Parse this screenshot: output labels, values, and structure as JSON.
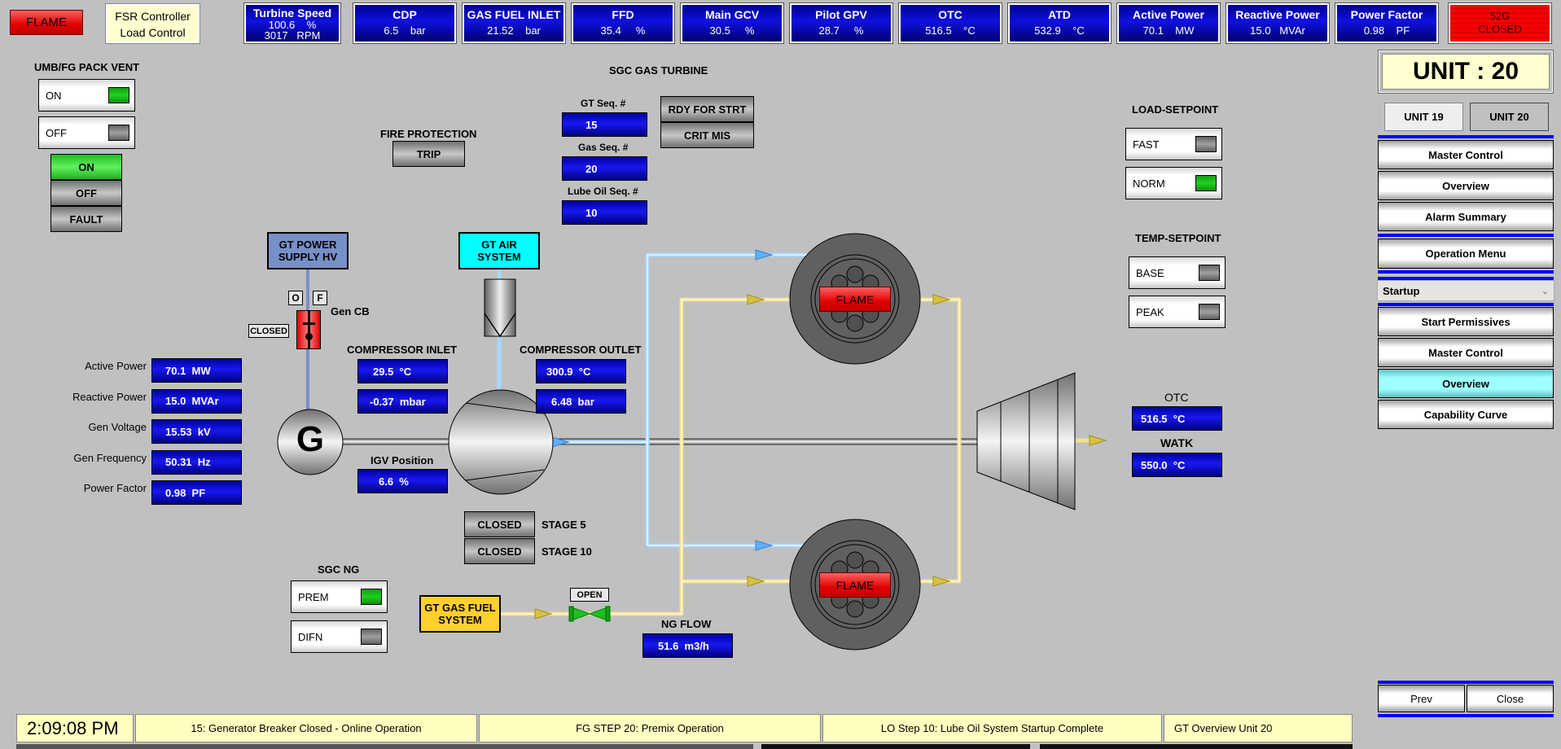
{
  "header": {
    "flame_label": "FLAME",
    "controller": {
      "line1": "FSR Controller",
      "line2": "Load Control"
    },
    "turbine_speed": {
      "title": "Turbine Speed",
      "line1": "100.6    %",
      "line2": "3017   RPM"
    },
    "tiles": [
      {
        "title": "CDP",
        "value": "6.5    bar"
      },
      {
        "title": "GAS FUEL INLET",
        "value": "21.52    bar"
      },
      {
        "title": "FFD",
        "value": "35.4     %"
      },
      {
        "title": "Main GCV",
        "value": "30.5     %"
      },
      {
        "title": "Pilot GPV",
        "value": "28.7     %"
      },
      {
        "title": "OTC",
        "value": "516.5    °C"
      },
      {
        "title": "ATD",
        "value": "532.9    °C"
      },
      {
        "title": "Active Power",
        "value": "70.1    MW"
      },
      {
        "title": "Reactive Power",
        "value": "15.0   MVAr"
      },
      {
        "title": "Power Factor",
        "value": "0.98    PF"
      }
    ],
    "breaker": {
      "line1": "52G",
      "line2": "CLOSED"
    },
    "colors": {
      "tile_blue": "#0000c0",
      "alarm_red": "#ff0000",
      "on_green": "#20c020",
      "active_cyan": "#a0ffff"
    }
  },
  "left": {
    "vent_title": "UMB/FG PACK VENT",
    "vent_on": "ON",
    "vent_off": "OFF",
    "status_on": "ON",
    "status_off": "OFF",
    "status_fault": "FAULT",
    "readings": [
      {
        "label": "Active Power",
        "value": "70.1  MW"
      },
      {
        "label": "Reactive Power",
        "value": "15.0  MVAr"
      },
      {
        "label": "Gen Voltage",
        "value": "15.53  kV"
      },
      {
        "label": "Gen Frequency",
        "value": "50.31  Hz"
      },
      {
        "label": "Power Factor",
        "value": "0.98  PF"
      }
    ]
  },
  "diagram": {
    "sgc_title": "SGC GAS TURBINE",
    "fire_protection": "FIRE PROTECTION",
    "trip": "TRIP",
    "gt_seq_label": "GT Seq. #",
    "gt_seq": "15",
    "gas_seq_label": "Gas Seq. #",
    "gas_seq": "20",
    "lube_seq_label": "Lube Oil Seq. #",
    "lube_seq": "10",
    "rdy_for_strt": "RDY FOR STRT",
    "crit_mis": "CRIT MIS",
    "power_supply": "GT POWER\nSUPPLY HV",
    "air_system": "GT AIR\nSYSTEM",
    "cb_o": "O",
    "cb_f": "F",
    "gen_cb": "Gen CB",
    "cb_state": "CLOSED",
    "generator": "G",
    "comp_inlet_title": "COMPRESSOR INLET",
    "comp_inlet_temp": "29.5  °C",
    "comp_inlet_press": "-0.37  mbar",
    "comp_outlet_title": "COMPRESSOR OUTLET",
    "comp_outlet_temp": "300.9  °C",
    "comp_outlet_press": "6.48  bar",
    "igv_title": "IGV Position",
    "igv_value": "6.6  %",
    "stage5_state": "CLOSED",
    "stage5_label": "STAGE 5",
    "stage10_state": "CLOSED",
    "stage10_label": "STAGE 10",
    "sgc_ng": "SGC NG",
    "prem": "PREM",
    "difn": "DIFN",
    "gas_fuel_system": "GT GAS FUEL\nSYSTEM",
    "valve_state": "OPEN",
    "ng_flow_title": "NG FLOW",
    "ng_flow_value": "51.6  m3/h",
    "flame_top": "FLAME",
    "flame_bottom": "FLAME",
    "load_setpoint": "LOAD-SETPOINT",
    "fast": "FAST",
    "norm": "NORM",
    "temp_setpoint": "TEMP-SETPOINT",
    "base": "BASE",
    "peak": "PEAK",
    "otc_title": "OTC",
    "otc_value": "516.5  °C",
    "watk_title": "WATK",
    "watk_value": "550.0  °C"
  },
  "nav": {
    "unit_title": "UNIT : 20",
    "unit19": "UNIT 19",
    "unit20": "UNIT 20",
    "group1": [
      "Master Control",
      "Overview",
      "Alarm Summary"
    ],
    "operation_menu": "Operation Menu",
    "select_value": "Startup",
    "group2": [
      "Start Permissives",
      "Master Control",
      "Overview",
      "Capability Curve"
    ],
    "prev": "Prev",
    "close": "Close"
  },
  "status_bar": {
    "time": "2:09:08 PM",
    "msg1": "15: Generator Breaker Closed - Online Operation",
    "msg2": "FG STEP 20: Premix Operation",
    "msg3": "LO Step 10: Lube Oil System Startup Complete",
    "screen": "GT Overview Unit 20"
  }
}
